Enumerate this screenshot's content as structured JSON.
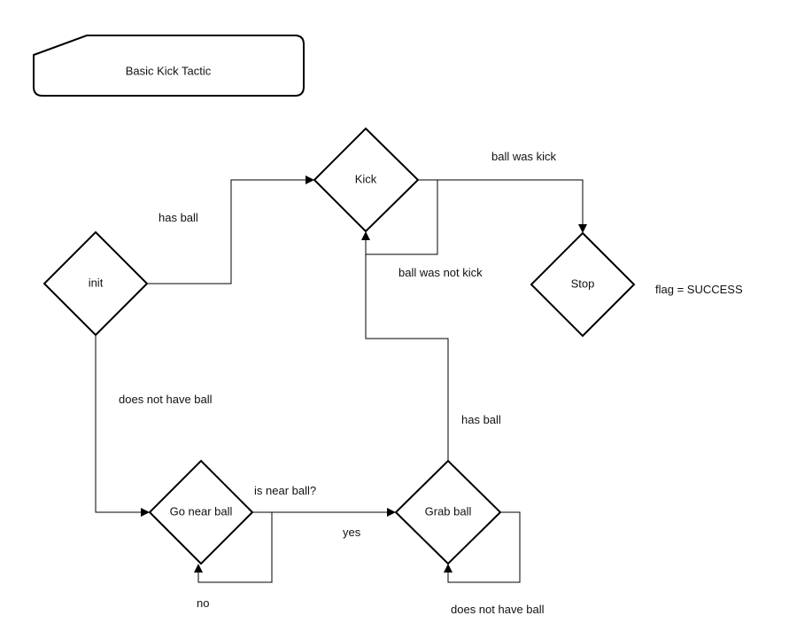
{
  "diagram": {
    "title": "Basic Kick Tactic",
    "nodes": {
      "init": "init",
      "kick": "Kick",
      "stop": "Stop",
      "go_near_ball": "Go near ball",
      "grab_ball": "Grab ball"
    },
    "edge_labels": {
      "init_has_ball": "has ball",
      "init_not_has_ball": "does not have ball",
      "kick_success": "ball was kick",
      "kick_retry": "ball was not kick",
      "near_ball_question": "is near ball?",
      "near_ball_yes": "yes",
      "near_ball_no": "no",
      "grab_has_ball": "has ball",
      "grab_not_has_ball": "does not have ball"
    },
    "stop_note": "flag = SUCCESS"
  }
}
